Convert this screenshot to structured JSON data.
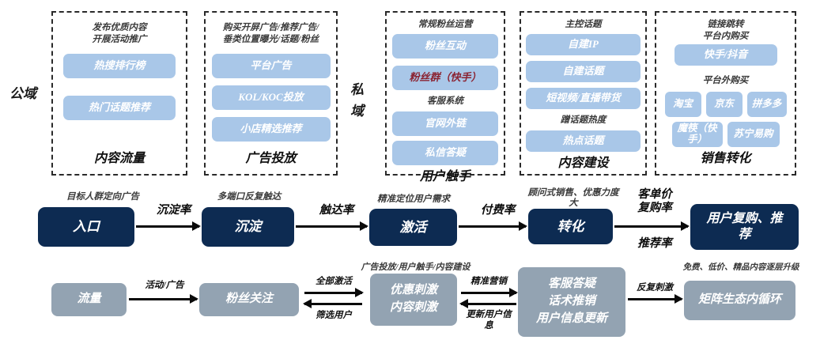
{
  "colors": {
    "chip_blue": "#a9c7e8",
    "navy": "#0d2b52",
    "gray": "#93a3b2",
    "red_text": "#8b2332"
  },
  "domains": {
    "public": "公域",
    "private": "私\n域"
  },
  "top_sections": [
    {
      "title": "内容流量",
      "note": "发布优质内容\n开展活动推广",
      "items": [
        "热搜排行榜",
        "热门话题推荐"
      ]
    },
    {
      "title": "广告投放",
      "note": "购买开屏广告/推荐广告/\n垂类位置曝光/话题/粉丝",
      "items": [
        "平台广告",
        "KOL/KOC投放",
        "小店精选推荐"
      ]
    },
    {
      "title": "用户触手",
      "note1": "常规粉丝运营",
      "items1": [
        "粉丝互动",
        "粉丝群（快手）"
      ],
      "note2": "客服系统",
      "items2": [
        "官网外链",
        "私信答疑"
      ]
    },
    {
      "title": "内容建设",
      "note1": "主控话题",
      "items1": [
        "自建IP",
        "自建话题",
        "短视频/直播带货"
      ],
      "note2": "蹭话题热度",
      "items2": [
        "热点话题"
      ]
    },
    {
      "title": "销售转化",
      "note1": "链接跳转",
      "note2": "平台内购买",
      "items1": [
        "快手/抖音"
      ],
      "note3": "平台外购买",
      "items2": [
        "淘宝",
        "京东",
        "拼多多"
      ],
      "items3": [
        "魔筷（快手）",
        "苏宁易购"
      ]
    }
  ],
  "funnel": {
    "notes": [
      "目标人群定向广告",
      "多端口反复触达",
      "精准定位用户需求",
      "顾问式销售、优惠力度\n大"
    ],
    "stages": [
      "入口",
      "沉淀",
      "激活",
      "转化",
      "用户复购、推\n荐"
    ],
    "rates": {
      "r1": "沉淀率",
      "r2": "触达率",
      "r3": "付费率",
      "r4_above": "客单价\n复购率",
      "r4_below": "推荐率"
    }
  },
  "loop": {
    "stages": [
      "流量",
      "粉丝关注",
      "优惠刺激\n内容刺激",
      "客服答疑\n话术推销\n用户信息更新",
      "矩阵生态内循环"
    ],
    "notes": {
      "over_stage3": "广告投放/用户触手/内容建设",
      "over_stage5": "免费、低价、精品内容逐层升级"
    },
    "arrows": {
      "a1": "活动/广告",
      "a2_top": "全部激活",
      "a2_bottom": "筛选用户",
      "a3_top": "精准营销",
      "a3_bottom": "更新用户信\n息",
      "a4": "反复刺激"
    }
  }
}
